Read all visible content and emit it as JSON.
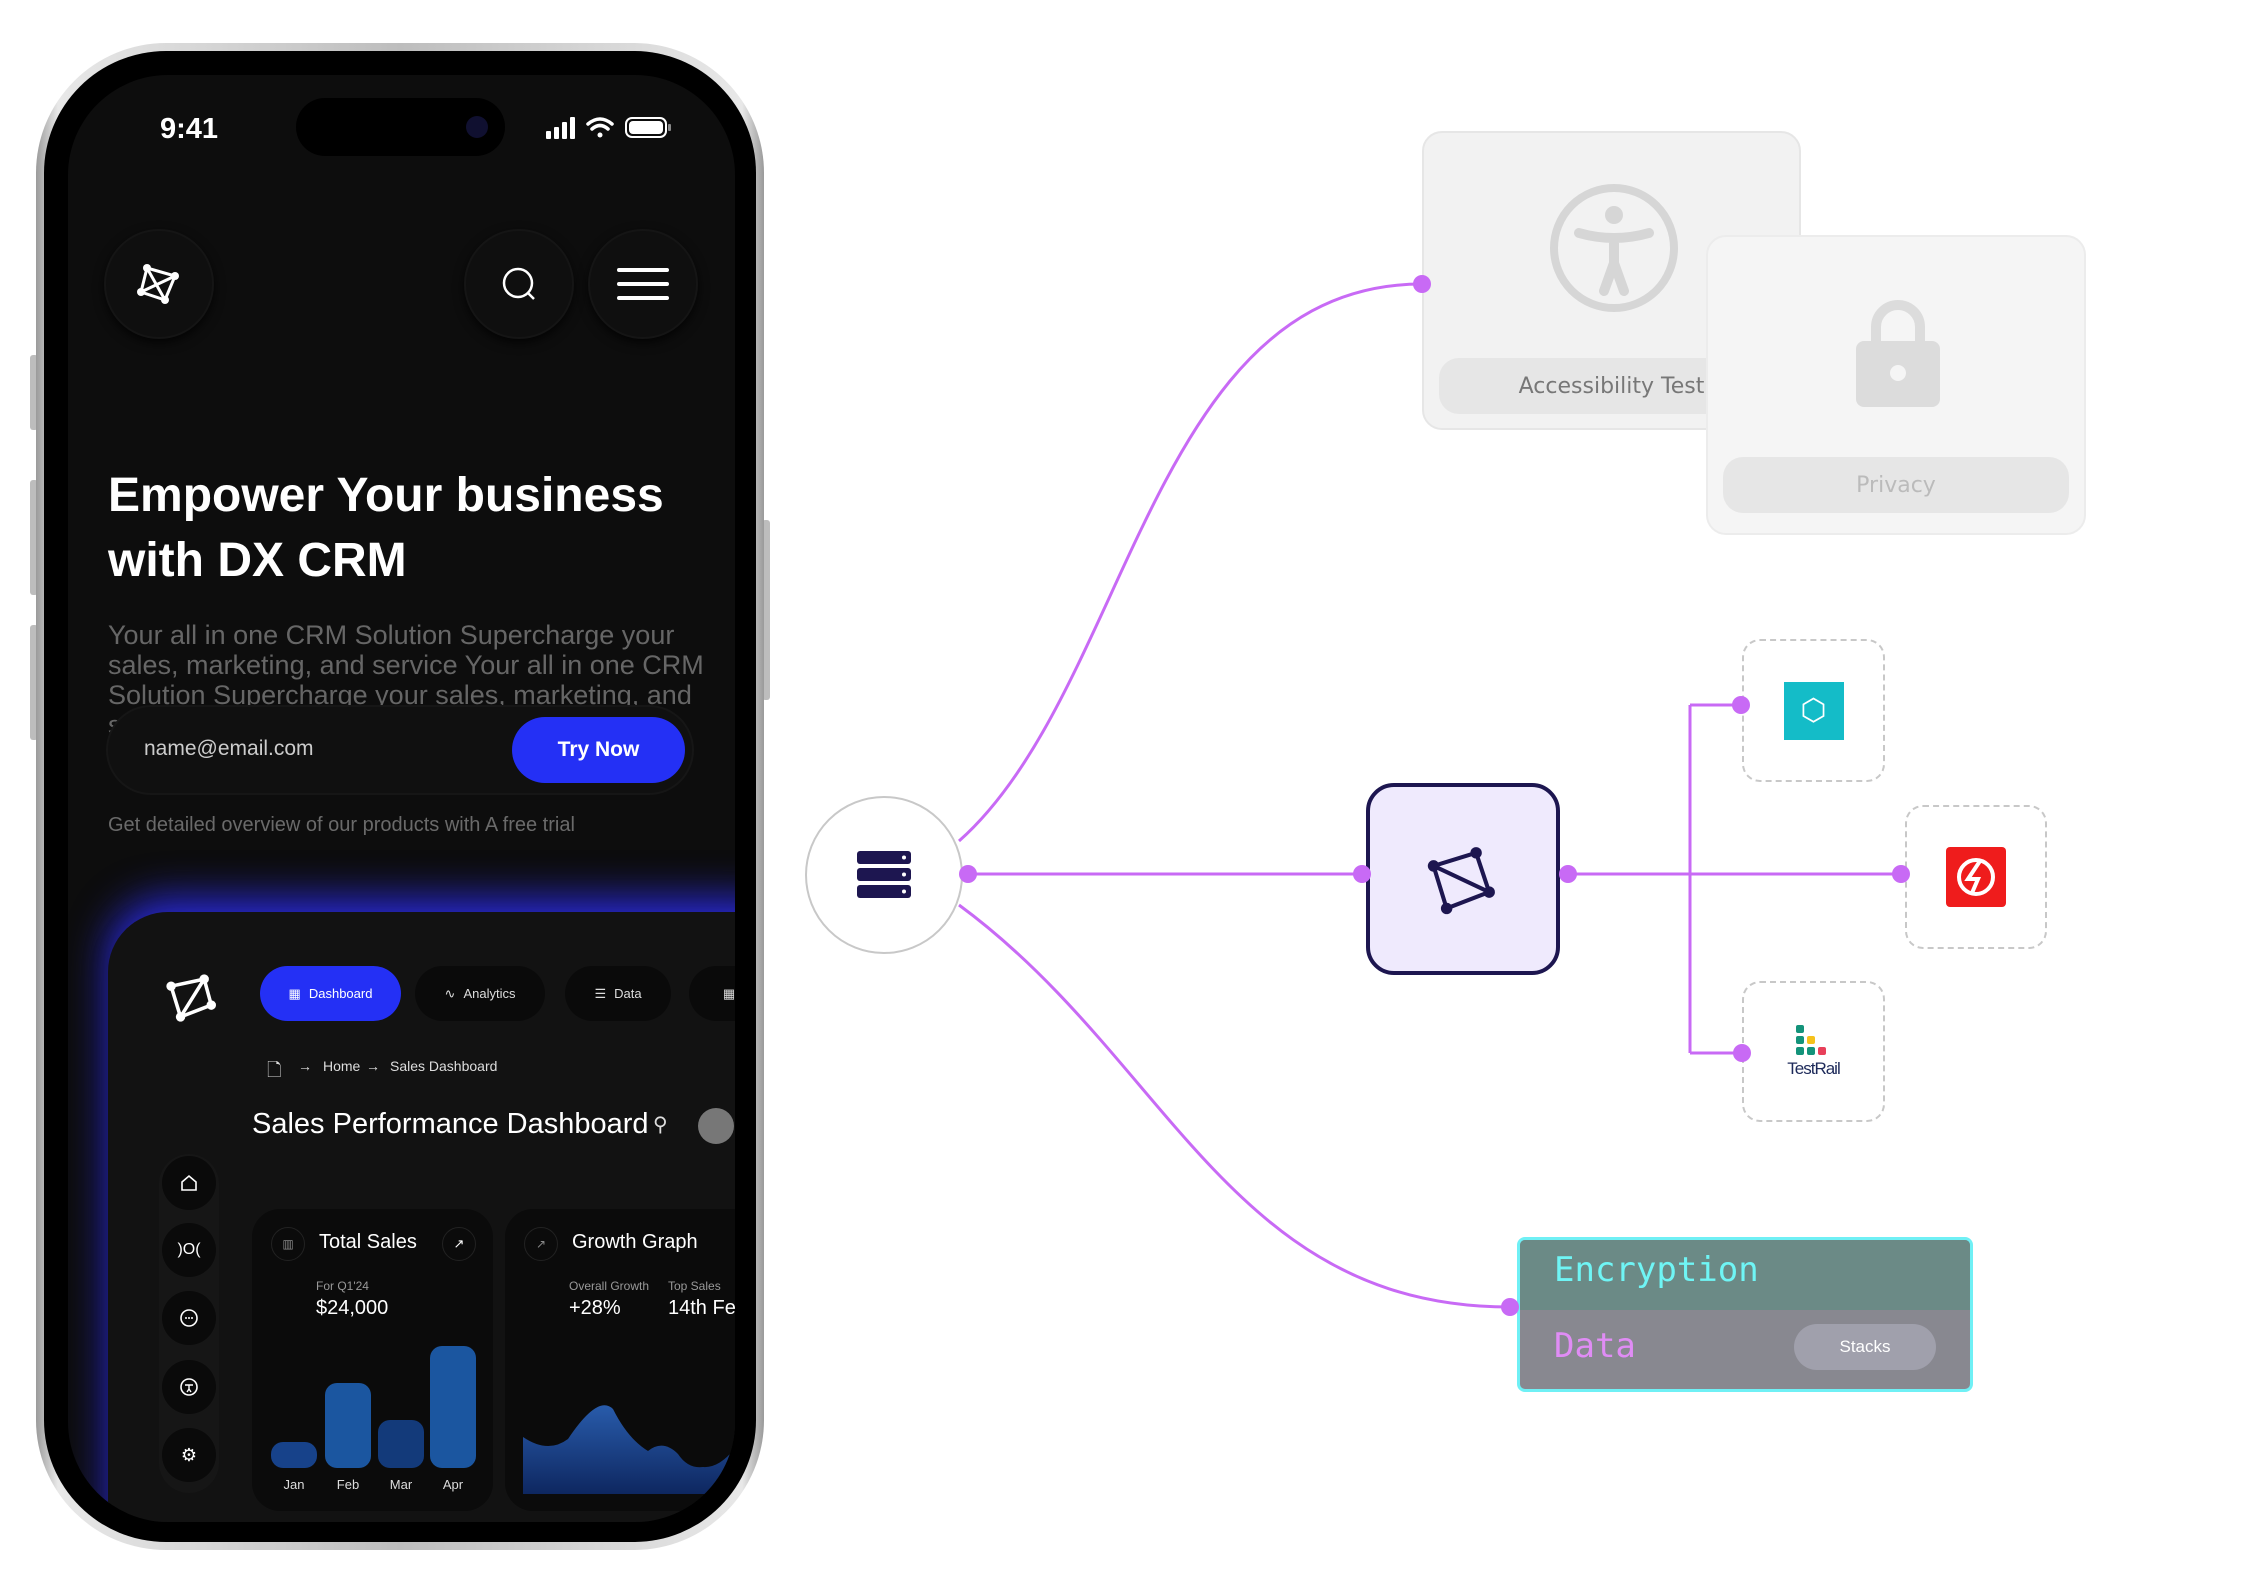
{
  "status_bar": {
    "time": "9:41"
  },
  "hero": {
    "headline": "Empower Your business with DX CRM",
    "description": "Your all in one CRM Solution Supercharge your sales, marketing, and service Your all in one CRM Solution Supercharge your sales, marketing, and service.",
    "email_value": "name@email.com",
    "cta_label": "Try Now",
    "caption": "Get detailed overview of our products with A free trial"
  },
  "dashboard": {
    "tabs": [
      {
        "label": "Dashboard",
        "active": true
      },
      {
        "label": "Analytics"
      },
      {
        "label": "Data"
      }
    ],
    "breadcrumb": [
      "Home",
      "Sales Dashboard"
    ],
    "title": "Sales Performance Dashboard",
    "sidebar_icons": [
      "home-icon",
      "network-icon",
      "chat-icon",
      "accessibility-icon",
      "settings-icon"
    ],
    "total_sales": {
      "title": "Total Sales",
      "period": "For Q1'24",
      "value": "$24,000",
      "bars": [
        {
          "label": "Jan",
          "level": 0.21
        },
        {
          "label": "Feb",
          "level": 0.7
        },
        {
          "label": "Mar",
          "level": 0.39
        },
        {
          "label": "Apr",
          "level": 1.0
        }
      ]
    },
    "growth": {
      "title": "Growth Graph",
      "overall_label": "Overall Growth",
      "overall_value": "+28%",
      "top_label": "Top Sales",
      "top_value": "14th Fe"
    }
  },
  "diagram": {
    "accessibility_label": "Accessibility Test",
    "privacy_label": "Privacy",
    "encryption_label": "Encryption",
    "data_label": "Data",
    "stacks_label": "Stacks",
    "integrations": [
      "TestRail"
    ],
    "colors": {
      "connector": "#c86af5",
      "node_border": "#1d1650",
      "node_fill": "#efeafd",
      "accent_blue": "#2430f5"
    }
  }
}
